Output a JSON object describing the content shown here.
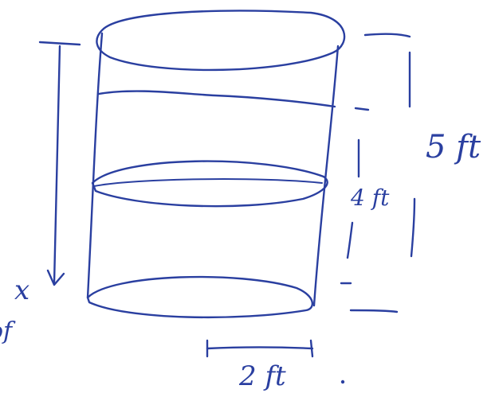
{
  "labels": {
    "height_total": "5 ft",
    "height_water": "4 ft",
    "radius": "2 ft",
    "depth_var": "x",
    "edge_fragment": "of"
  },
  "colors": {
    "ink": "#2a3fa0",
    "paper": "#ffffff"
  }
}
